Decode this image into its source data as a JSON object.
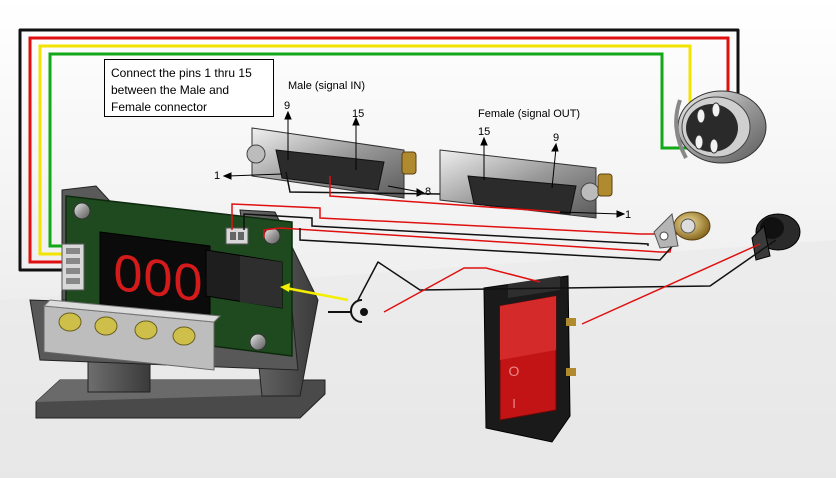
{
  "note": "Connect the pins 1 thru 15\nbetween the Male and\nFemale connector",
  "male_connector": {
    "title": "Male (signal IN)",
    "pin_left": "1",
    "pin_top_left": "9",
    "pin_top_right": "15",
    "pin_right": "8"
  },
  "female_connector": {
    "title": "Female (signal OUT)",
    "pin_top_left": "15",
    "pin_top_right": "9",
    "pin_right": "1"
  },
  "display": {
    "digits": [
      "0",
      "0",
      "0"
    ]
  },
  "switch": {
    "on_symbol": "O",
    "off_symbol": "I"
  },
  "colors": {
    "wire_black": "#111111",
    "wire_red": "#e01010",
    "wire_yellow": "#f2e400",
    "wire_green": "#12a818",
    "arrow_yellow": "#f4ee00",
    "pcb_green": "#1f4a1f",
    "display_red": "#d41a1a",
    "switch_red": "#c21414"
  }
}
